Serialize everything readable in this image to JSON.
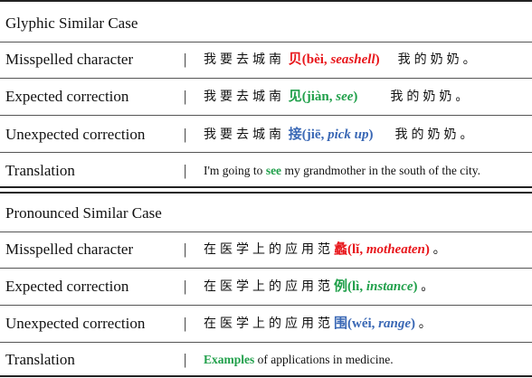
{
  "sections": [
    {
      "title": "Glyphic Similar Case",
      "rows": [
        {
          "label": "Misspelled character",
          "pre": "我要去城南",
          "char": "贝",
          "pinyin": "(bèi, ",
          "gloss": "seashell",
          "close": ")",
          "post": "我的奶奶。",
          "color": "#e8161b"
        },
        {
          "label": "Expected correction",
          "pre": "我要去城南",
          "char": "见",
          "pinyin": "(jiàn, ",
          "gloss": "see",
          "close": ")",
          "post": "我的奶奶。",
          "color": "#21a04b"
        },
        {
          "label": "Unexpected correction",
          "pre": "我要去城南",
          "char": "接",
          "pinyin": "(jiē, ",
          "gloss": "pick up",
          "close": ")",
          "post": "我的奶奶。",
          "color": "#3a68b5"
        }
      ],
      "translation": {
        "label": "Translation",
        "before": "I'm going to ",
        "key": "see",
        "after": " my grandmother in the south of the city."
      }
    },
    {
      "title": "Pronounced Similar Case",
      "rows": [
        {
          "label": "Misspelled character",
          "pre": "在医学上的应用范",
          "char": "蠡",
          "pinyin": "(lǐ, ",
          "gloss": "motheaten",
          "close": ")",
          "post": "。",
          "color": "#e8161b"
        },
        {
          "label": "Expected correction",
          "pre": "在医学上的应用范",
          "char": "例",
          "pinyin": "(lì, ",
          "gloss": "instance",
          "close": ")",
          "post": "。",
          "color": "#21a04b"
        },
        {
          "label": "Unexpected correction",
          "pre": "在医学上的应用范",
          "char": "围",
          "pinyin": "(wéi, ",
          "gloss": "range",
          "close": ")",
          "post": "。",
          "color": "#3a68b5"
        }
      ],
      "translation": {
        "label": "Translation",
        "before": "",
        "key": "Examples",
        "after": " of applications in medicine."
      }
    }
  ],
  "separator": "|"
}
